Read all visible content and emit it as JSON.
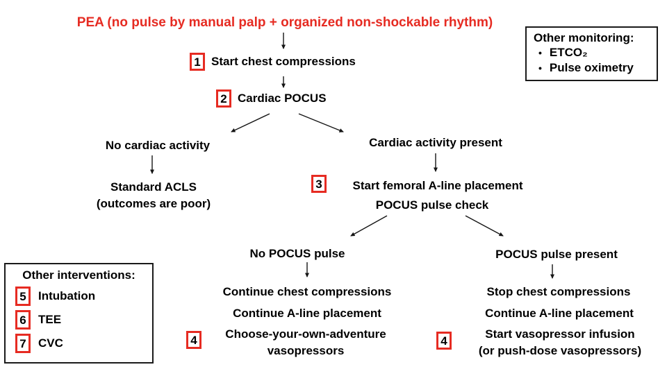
{
  "colors": {
    "red": "#e62b22",
    "text": "#000000"
  },
  "title": "PEA (no pulse by manual palp + organized non-shockable rhythm)",
  "monitoring": {
    "title": "Other monitoring:",
    "bullet": "•",
    "items": [
      "ETCO₂",
      "Pulse oximetry"
    ]
  },
  "flow": {
    "step1": {
      "num": "1",
      "label": "Start chest compressions"
    },
    "step2": {
      "num": "2",
      "label": "Cardiac POCUS"
    },
    "no_activity": {
      "label": "No cardiac activity",
      "result_line1": "Standard ACLS",
      "result_line2": "(outcomes are poor)"
    },
    "activity_present": {
      "label": "Cardiac activity present"
    },
    "step3": {
      "num": "3",
      "line1": "Start femoral A-line placement",
      "line2": "POCUS pulse check"
    },
    "no_pulse": {
      "label": "No POCUS pulse",
      "action1": "Continue chest compressions",
      "action2": "Continue A-line placement",
      "step4": {
        "num": "4",
        "line1": "Choose-your-own-adventure",
        "line2": "vasopressors"
      }
    },
    "pulse_present": {
      "label": "POCUS pulse present",
      "action1": "Stop chest compressions",
      "action2": "Continue A-line placement",
      "step4": {
        "num": "4",
        "line1": "Start vasopressor infusion",
        "line2": "(or push-dose vasopressors)"
      }
    }
  },
  "interventions": {
    "title": "Other interventions:",
    "items": [
      {
        "num": "5",
        "label": "Intubation"
      },
      {
        "num": "6",
        "label": "TEE"
      },
      {
        "num": "7",
        "label": "CVC"
      }
    ]
  }
}
